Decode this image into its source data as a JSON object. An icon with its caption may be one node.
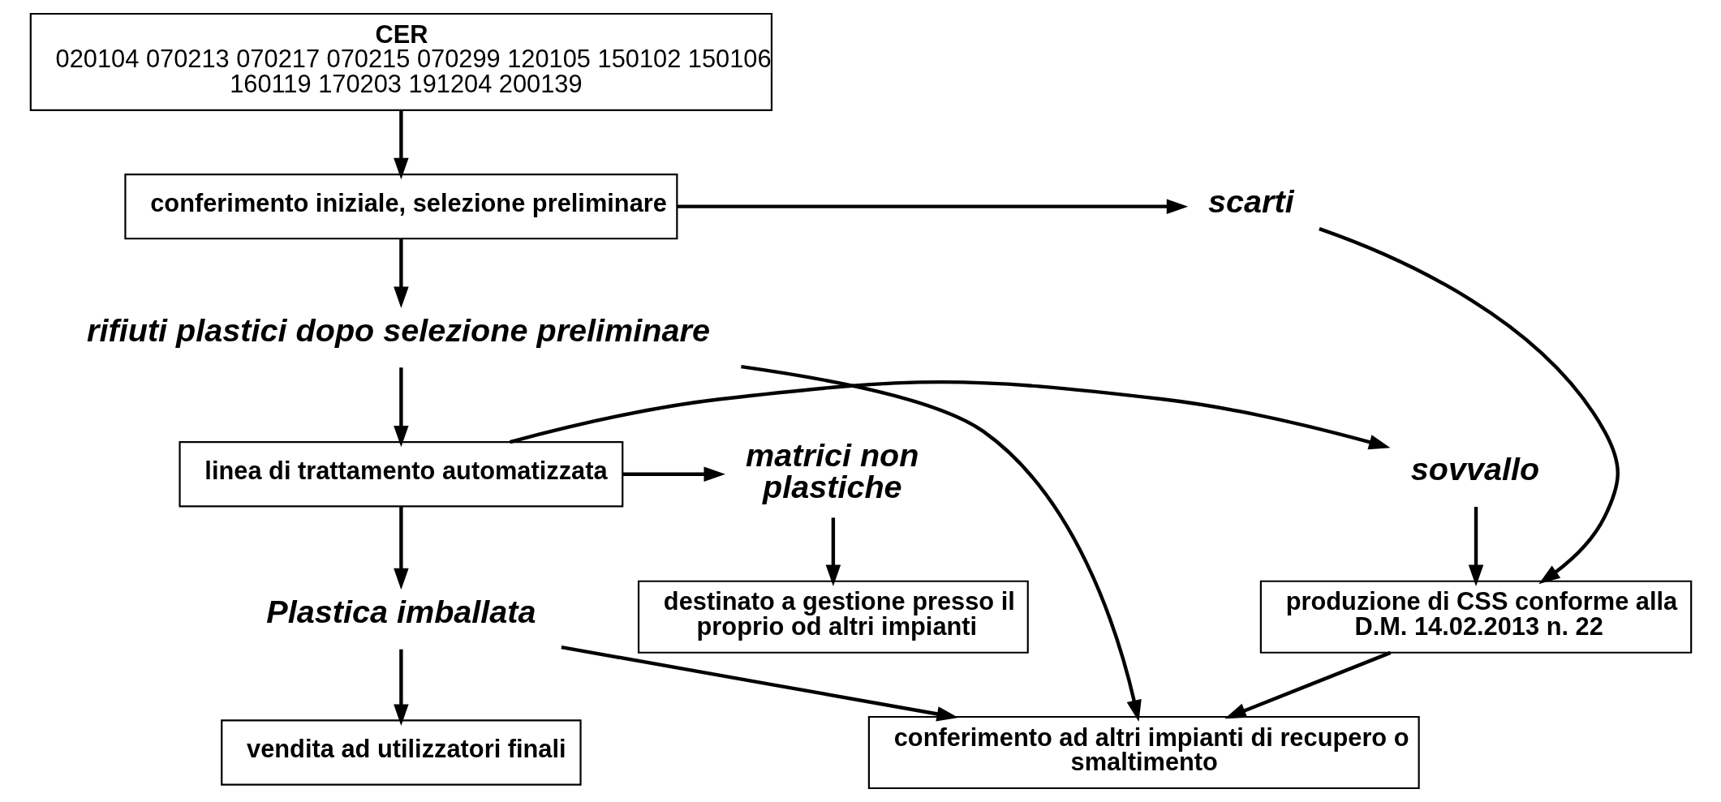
{
  "diagram": {
    "nodes": [
      {
        "text": [
          "CER",
          "020104 070213 070217 070215 070299 120105 150102 150106 160119 170203 191204 200139"
        ]
      },
      {
        "text": [
          "conferimento iniziale, selezione preliminare"
        ]
      },
      {
        "text": [
          "scarti"
        ]
      },
      {
        "text": [
          "rifiuti plastici dopo selezione preliminare"
        ]
      },
      {
        "text": [
          "linea di trattamento automatizzata"
        ]
      },
      {
        "text": [
          "matrici non plastiche"
        ]
      },
      {
        "text": [
          "sovvallo"
        ]
      },
      {
        "text": [
          "destinato a gestione presso il proprio od altri impianti"
        ]
      },
      {
        "text": [
          "Plastica imballata"
        ]
      },
      {
        "text": [
          "produzione di CSS conforme alla D.M. 14.02.2013 n. 22"
        ]
      },
      {
        "text": [
          "vendita ad utilizzatori finali"
        ]
      },
      {
        "text": [
          "conferimento ad altri impianti di recupero o smaltimento"
        ]
      }
    ],
    "edges": [
      {
        "from": 0,
        "to": 1,
        "arrow": "to"
      },
      {
        "from": 1,
        "to": 2,
        "arrow": "to"
      },
      {
        "from": 1,
        "to": 3,
        "arrow": "to"
      },
      {
        "from": 3,
        "to": 4,
        "arrow": "to"
      },
      {
        "from": 4,
        "to": 5,
        "arrow": "to"
      },
      {
        "from": 4,
        "to": 6,
        "arrow": "to"
      },
      {
        "from": 5,
        "to": 7,
        "arrow": "to"
      },
      {
        "from": 4,
        "to": 8,
        "arrow": "to"
      },
      {
        "from": 6,
        "to": 9,
        "arrow": "to"
      },
      {
        "from": 2,
        "to": 9,
        "arrow": "to"
      },
      {
        "from": 8,
        "to": 10,
        "arrow": "to"
      },
      {
        "from": 8,
        "to": 11,
        "arrow": "to"
      },
      {
        "from": 3,
        "to": 11,
        "arrow": "to"
      },
      {
        "from": 9,
        "to": 11,
        "arrow": "to"
      }
    ]
  }
}
